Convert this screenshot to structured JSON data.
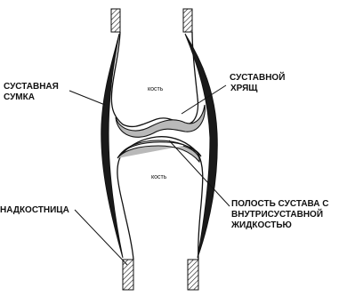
{
  "diagram": {
    "labels": {
      "capsule": {
        "line1": "СУСТАВНАЯ",
        "line2": "СУМКА"
      },
      "cartilage": {
        "line1": "СУСТАВНОЙ",
        "line2": "ХРЯЩ"
      },
      "cavity": {
        "line1": "ПОЛОСТЬ СУСТАВА С",
        "line2": "ВНУТРИСУСТАВНОЙ",
        "line3": "ЖИДКОСТЬЮ"
      },
      "periosteum": "НАДКОСТНИЦА",
      "bone_top": "кость",
      "bone_bottom": "кость"
    },
    "colors": {
      "ink": "#111111",
      "capsule_fill": "#1a1a1a",
      "cartilage_fill": "#b9b9b9",
      "background": "#ffffff"
    }
  }
}
